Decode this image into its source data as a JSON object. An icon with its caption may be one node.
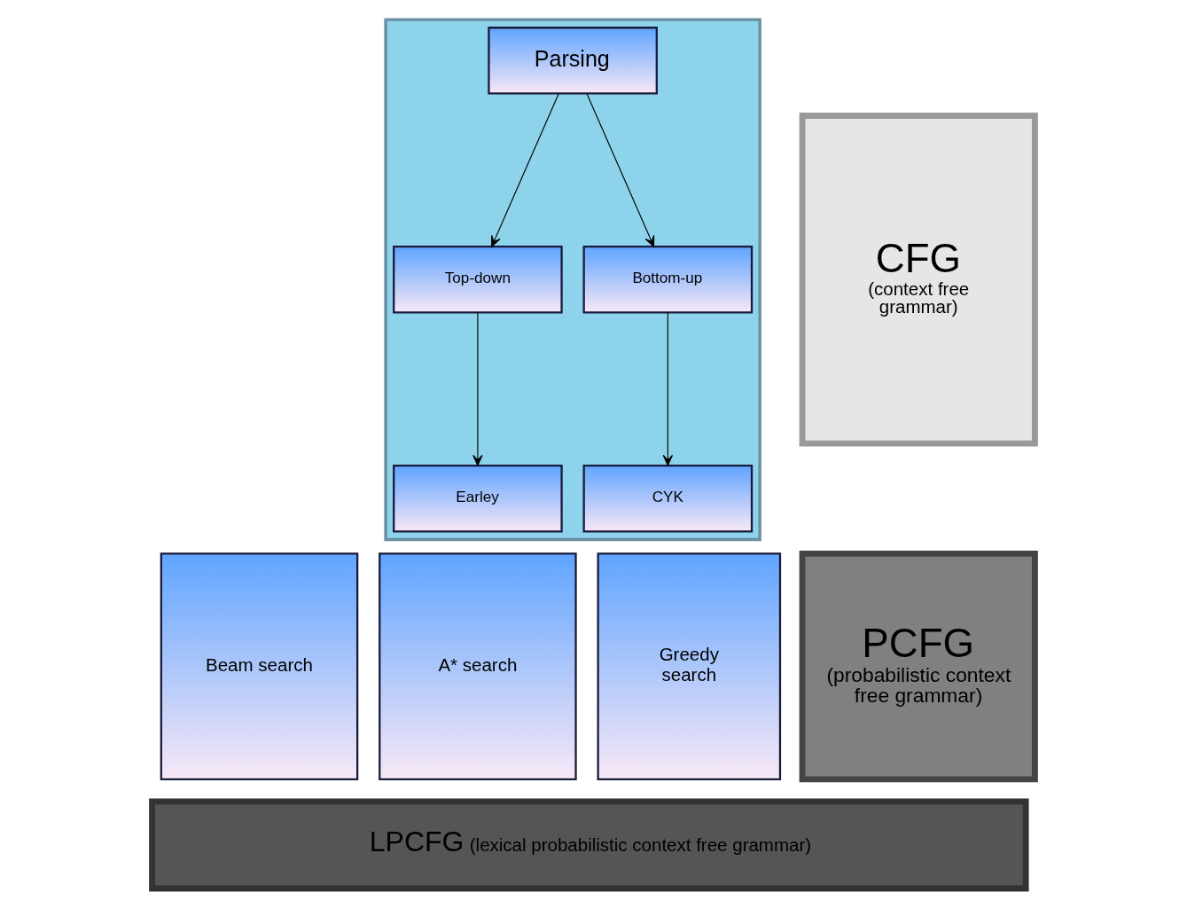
{
  "diagram": {
    "nodes": [
      {
        "text": [],
        "shape": "box"
      },
      {
        "text": [
          "Parsing"
        ],
        "in": 0
      },
      {
        "text": [
          "Top-down"
        ],
        "in": 0
      },
      {
        "text": [
          "Bottom-up"
        ],
        "in": 0
      },
      {
        "text": [
          "Earley"
        ],
        "in": 0
      },
      {
        "text": [
          "CYK"
        ],
        "in": 0
      },
      {
        "text": [
          "CFG",
          "(context free grammar)"
        ]
      },
      {
        "text": [
          "Beam search"
        ]
      },
      {
        "text": [
          "A* search"
        ]
      },
      {
        "text": [
          "Greedy search"
        ]
      },
      {
        "text": [
          "PCFG",
          "(probabilistic context free grammar)"
        ]
      },
      {
        "text": [
          "LPCFG",
          "(lexical probabilistic context free grammar)"
        ]
      }
    ],
    "edges": [
      {
        "from": 1,
        "to": 2,
        "arrow": "to"
      },
      {
        "from": 1,
        "to": 3,
        "arrow": "to"
      },
      {
        "from": 2,
        "to": 4,
        "arrow": "to"
      },
      {
        "from": 3,
        "to": 5,
        "arrow": "to"
      }
    ]
  }
}
